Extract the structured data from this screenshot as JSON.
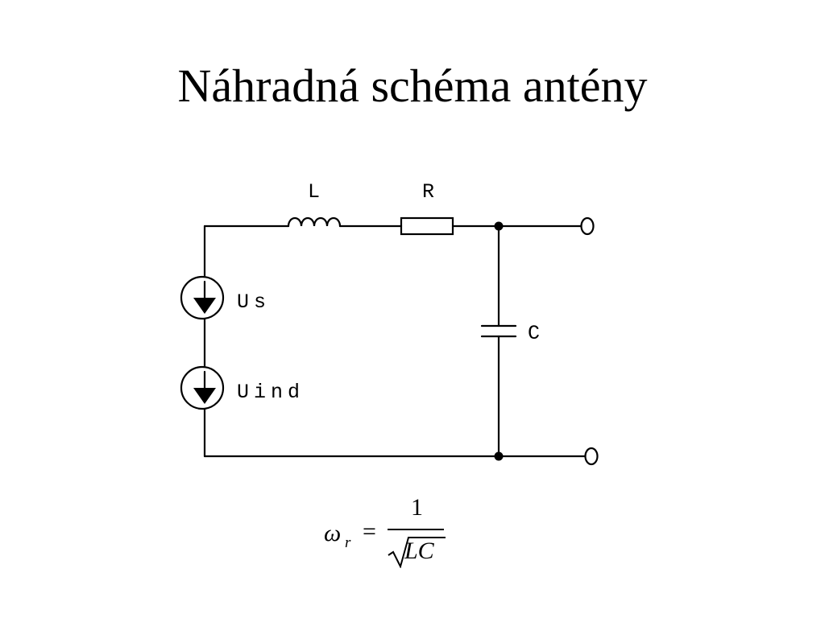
{
  "slide": {
    "title": "Náhradná schéma antény"
  },
  "diagram": {
    "components": {
      "inductor_label": "L",
      "resistor_label": "R",
      "capacitor_label": "C",
      "source1_label": "Us",
      "source2_label": "Uind"
    }
  },
  "formula": {
    "lhs_symbol": "ω",
    "lhs_subscript": "r",
    "equals": "=",
    "numerator": "1",
    "denominator": "LC"
  }
}
